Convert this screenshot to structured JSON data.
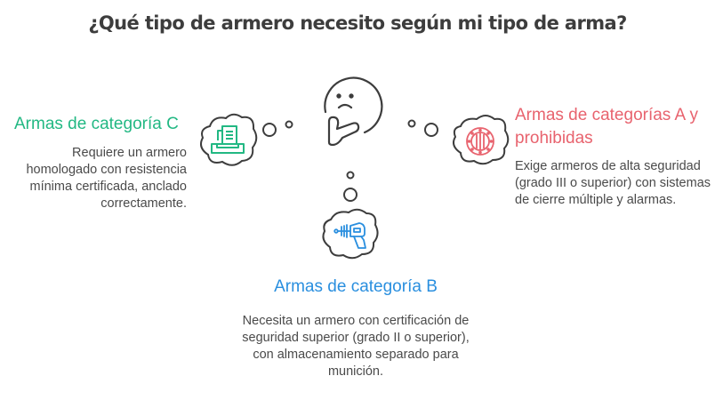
{
  "title": "¿Qué tipo de armero necesito según mi tipo de arma?",
  "center": {
    "icon": "thinking-face-icon"
  },
  "categories": [
    {
      "id": "c",
      "heading": "Armas de categoría C",
      "description": "Requiere un armero homologado con resistencia mínima certificada, anclado correctamente.",
      "icon": "document-tray-icon",
      "color": "#22b883"
    },
    {
      "id": "a",
      "heading": "Armas de categorías A y prohibidas",
      "description": "Exige armeros de alta seguridad (grado III o superior) con sistemas de cierre múltiple y alarmas.",
      "icon": "vault-door-icon",
      "color": "#e8636e"
    },
    {
      "id": "b",
      "heading": "Armas de categoría B",
      "description": "Necesita un armero con certificación de seguridad superior (grado II o superior), con almacenamiento separado para munición.",
      "icon": "ray-gun-icon",
      "color": "#2a8fdf"
    }
  ]
}
